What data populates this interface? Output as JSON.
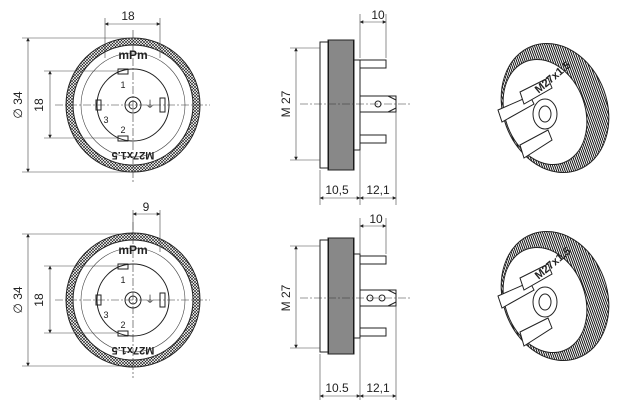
{
  "top": {
    "front": {
      "width_dim": "18",
      "diameter_dim": "∅ 34",
      "height_dim": "18",
      "brand_text": "mPm",
      "thread_text": "M27x1.5",
      "pin_labels": [
        "1",
        "2",
        "3"
      ],
      "ground_label": "⏚"
    },
    "side": {
      "pin_dim": "10",
      "thread_dim": "M 27",
      "body_dim": "10,5",
      "pin_len_dim": "12,1"
    },
    "iso": {
      "thread_text": "M27x1.5"
    }
  },
  "bottom": {
    "front": {
      "width_dim": "9",
      "diameter_dim": "∅ 34",
      "height_dim": "18",
      "brand_text": "mPm",
      "thread_text": "M27x1.5",
      "pin_labels": [
        "1",
        "2",
        "3"
      ],
      "ground_label": "⏚"
    },
    "side": {
      "pin_dim": "10",
      "thread_dim": "M 27",
      "body_dim": "10.5",
      "pin_len_dim": "12,1"
    },
    "iso": {
      "thread_text": "M27x1.5"
    }
  }
}
